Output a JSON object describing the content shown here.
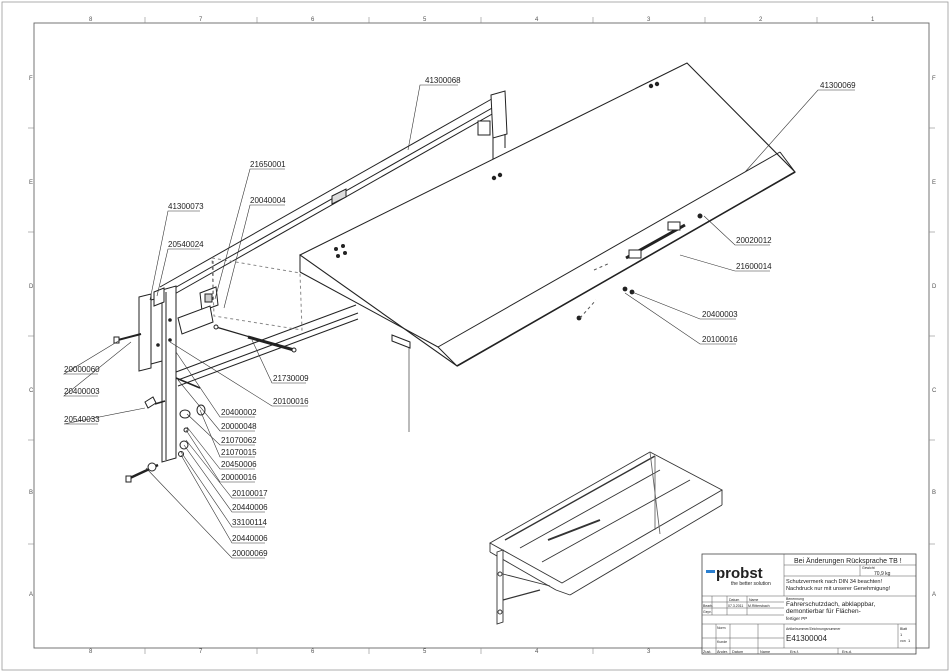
{
  "zones": {
    "top": [
      "8",
      "7",
      "6",
      "5",
      "4",
      "3",
      "2",
      "1"
    ],
    "bottom": [
      "8",
      "7",
      "6",
      "5",
      "4",
      "3",
      "2",
      "1"
    ],
    "left": [
      "F",
      "E",
      "D",
      "C",
      "B",
      "A"
    ],
    "right": [
      "F",
      "E",
      "D",
      "C",
      "B",
      "A"
    ]
  },
  "parts": {
    "p41300068": "41300068",
    "p41300069": "41300069",
    "p21650001": "21650001",
    "p20040004": "20040004",
    "p41300073": "41300073",
    "p20540024": "20540024",
    "p20020012": "20020012",
    "p21600014": "21600014",
    "p20400003_r": "20400003",
    "p20100016_r": "20100016",
    "p20000060": "20000060",
    "p20400003_l": "20400003",
    "p21730009": "21730009",
    "p20100016_m": "20100016",
    "p20540033": "20540033",
    "p20400002": "20400002",
    "p20000048": "20000048",
    "p21070062": "21070062",
    "p21070015": "21070015",
    "p20450006": "20450006",
    "p20000016": "20000016",
    "p20100017": "20100017",
    "p20440006_a": "20440006",
    "p33100114": "33100114",
    "p20440006_b": "20440006",
    "p20000069": "20000069"
  },
  "title_block": {
    "logo_name": "probst",
    "logo_slogan": "the better solution",
    "notice": "Bei Änderungen Rücksprache TB !",
    "weight_label": "Gewicht",
    "weight_value": "70,9 kg",
    "protection_1": "Schutzvermerk nach DIN 34 beachten!",
    "protection_2": "Nachdruck nur mit unserer Genehmigung!",
    "col_datum": "Datum",
    "col_name": "Name",
    "row_bearb": "Bearb.",
    "row_gepr": "Gepr.",
    "date_value": "07.3.2011",
    "name_value": "M.Rittersbach",
    "benennung_label": "Benennung",
    "title_1": "Fahrerschutzdach, abklappbar,",
    "title_2": "demontierbar für Flächen-",
    "title_3": "fertiger PP",
    "norm_label": "Norm",
    "kunde_label": "Kunde",
    "artikel_label": "Artikelnummer/Zeichnungsnummer",
    "artikel_value": "E41300004",
    "blatt_label": "Blatt",
    "blatt_value": "1",
    "von_label": "von",
    "von_value": "1",
    "zust": "Zust.",
    "aender": "Änder.",
    "datum2": "Datum",
    "name2": "Name",
    "ers_fuer": "Ers.f.",
    "ers_durch": "Ers.d."
  }
}
